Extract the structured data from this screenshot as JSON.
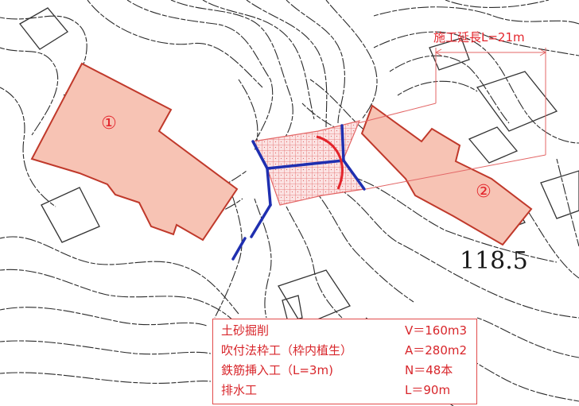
{
  "map": {
    "elevation_label": "118.5",
    "construction_length_label": "施工延長L=21m",
    "building_markers": [
      "①",
      "②"
    ]
  },
  "legend": {
    "items": [
      {
        "name": "土砂掘削",
        "value": "V＝160m3"
      },
      {
        "name": "吹付法枠工（枠内植生）",
        "value": "A＝280m2"
      },
      {
        "name": "鉄筋挿入工（L=3m)",
        "value": "N＝48本"
      },
      {
        "name": "排水工",
        "value": "L＝90m"
      }
    ]
  },
  "colors": {
    "building_fill": "#f7c3b4",
    "building_edge": "#c0392b",
    "annotation_red": "#e3242b",
    "drain_blue": "#1f2fb0",
    "contour": "#2a2a2a"
  }
}
